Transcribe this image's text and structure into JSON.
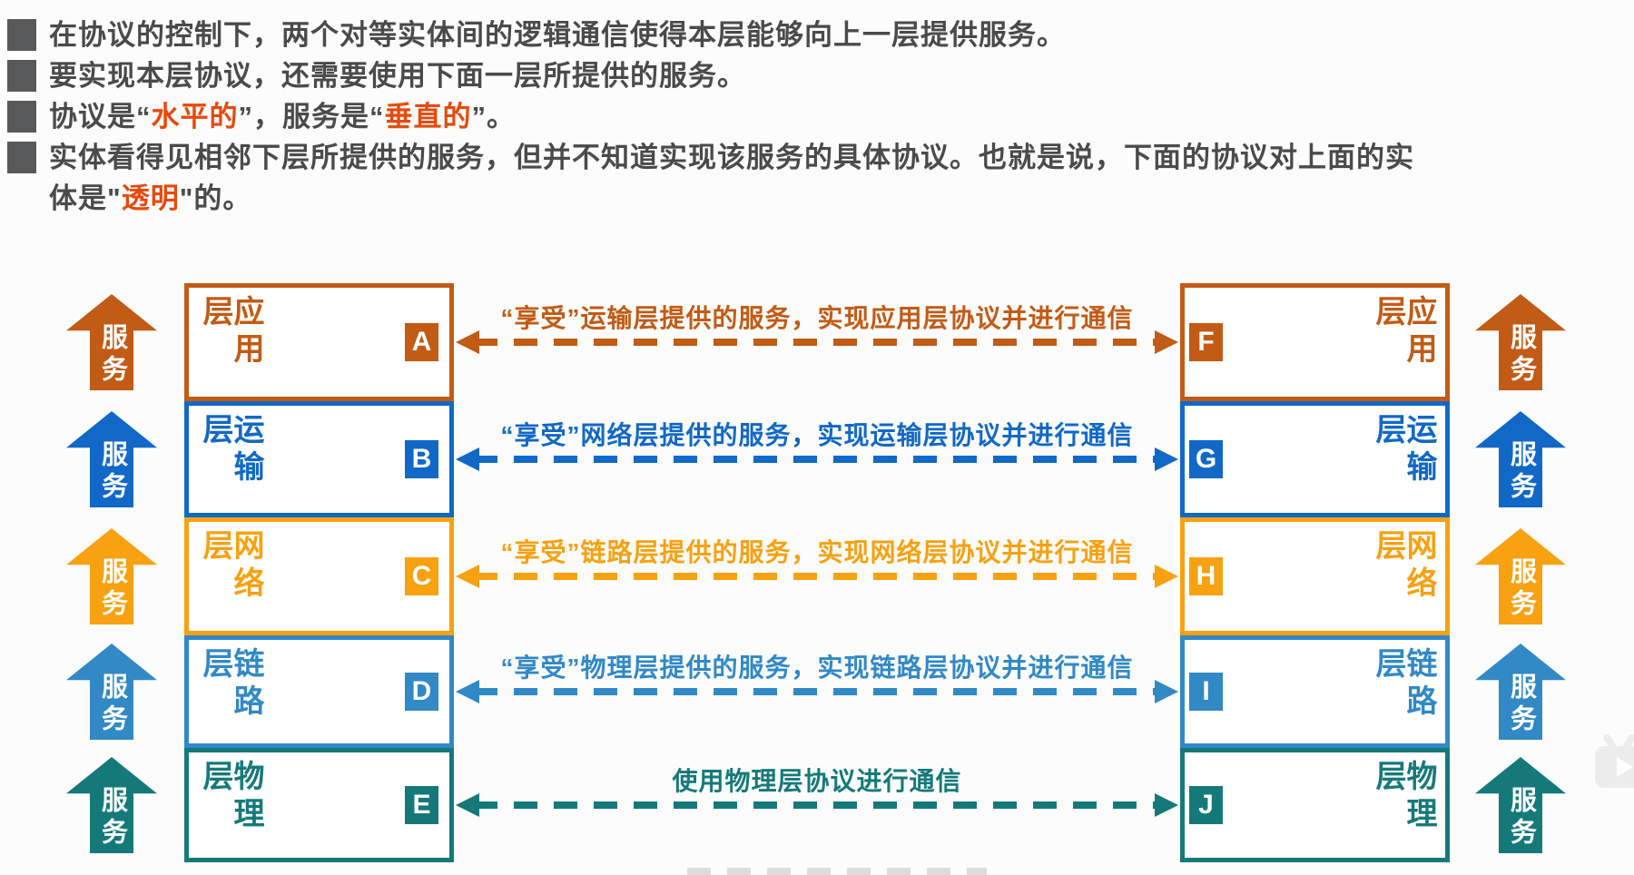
{
  "palette": {
    "bullet_square": "#58595b",
    "body_text": "#4a4a4a",
    "highlight": "#e8490c"
  },
  "bullets": {
    "b1": "在协议的控制下，两个对等实体间的逻辑通信使得本层能够向上一层提供服务。",
    "b2": "要实现本层协议，还需要使用下面一层所提供的服务。",
    "b3": {
      "p1": "协议是“",
      "p2": "水平的",
      "p3": "”，服务是“",
      "p4": "垂直的",
      "p5": "”。"
    },
    "b4": {
      "p1": "实体看得见相邻下层所提供的服务，但并不知道实现该服务的具体协议。也就是说，下面的协议对上面的实体是\"",
      "p2": "透明",
      "p3": "\"的。"
    }
  },
  "diagram": {
    "service_label": "服务",
    "watermark_icon": "tv-play-icon",
    "layers": [
      {
        "name": "应用层",
        "color": "#c25b15",
        "left_letter": "A",
        "right_letter": "F",
        "arrow_label": "“享受”运输层提供的服务，实现应用层协议并进行通信"
      },
      {
        "name": "运输层",
        "color": "#1168c6",
        "left_letter": "B",
        "right_letter": "G",
        "arrow_label": "“享受”网络层提供的服务，实现运输层协议并进行通信"
      },
      {
        "name": "网络层",
        "color": "#f8a111",
        "left_letter": "C",
        "right_letter": "H",
        "arrow_label": "“享受”链路层提供的服务，实现网络层协议并进行通信"
      },
      {
        "name": "链路层",
        "color": "#3189c6",
        "left_letter": "D",
        "right_letter": "I",
        "arrow_label": "“享受”物理层提供的服务，实现链路层协议并进行通信"
      },
      {
        "name": "物理层",
        "color": "#15797a",
        "left_letter": "E",
        "right_letter": "J",
        "arrow_label": "使用物理层协议进行通信"
      }
    ]
  }
}
